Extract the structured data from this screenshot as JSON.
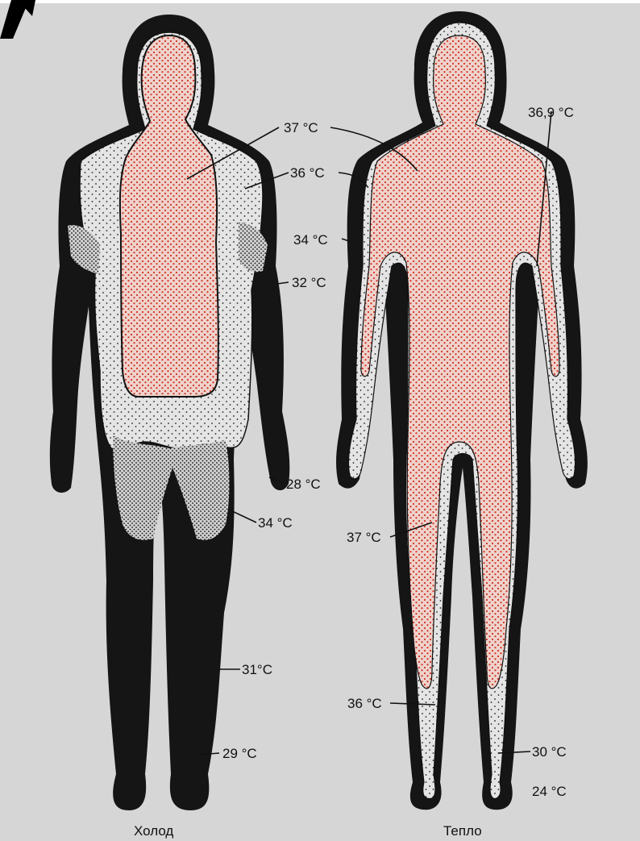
{
  "figure": {
    "corner_mark": "",
    "colors": {
      "background": "#d6d6d6",
      "core_dots": "#cc3322",
      "core_fill": "#efd2cc",
      "shell_fill": "#e2e2e2",
      "cold_dark": "#151515",
      "outline": "#111111"
    },
    "cold": {
      "caption": "Холод",
      "labels": {
        "core": "37 °C",
        "torso_shell": "36 °C",
        "upper_arm": "32 °C",
        "hand": "28 °C",
        "thigh": "34 °C",
        "calf": "31°C",
        "foot": "29 °C"
      }
    },
    "warm": {
      "caption": "Тепло",
      "labels": {
        "core": "36,9 °C",
        "shell": "34 °C",
        "core_leg": "37 °C",
        "lower_leg": "36 °C",
        "ankle": "30 °C",
        "foot": "24 °C"
      }
    }
  }
}
